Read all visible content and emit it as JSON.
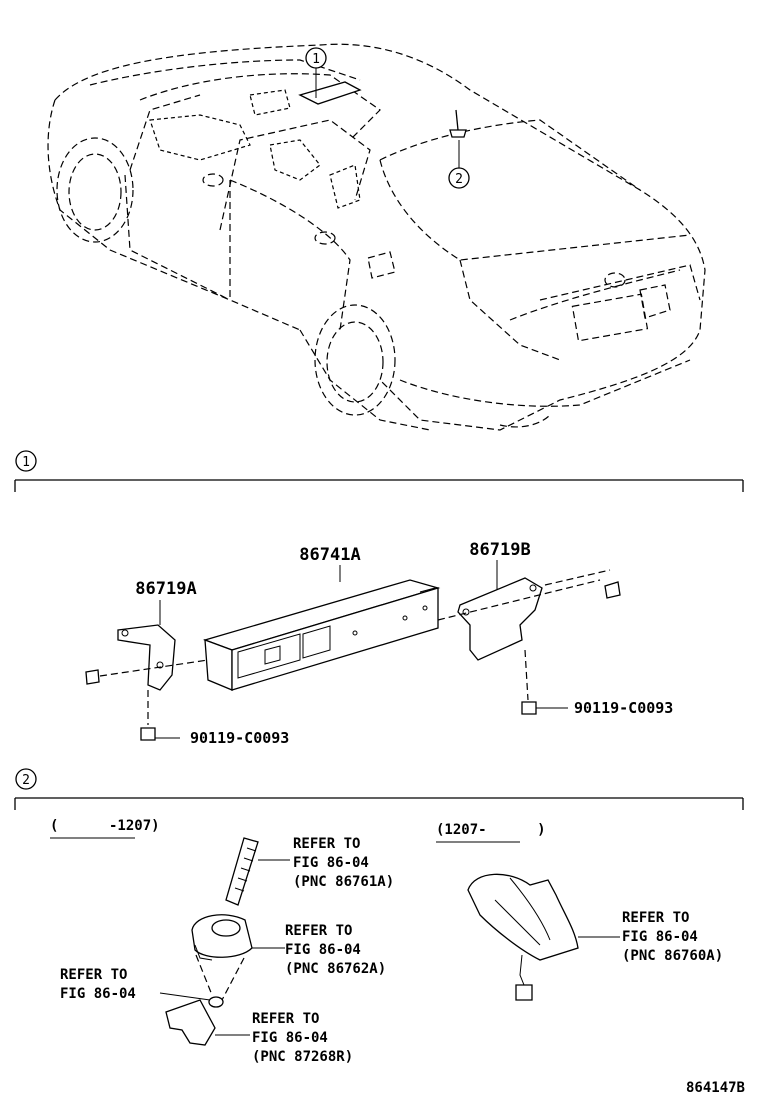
{
  "callouts": {
    "one": "1",
    "two": "2"
  },
  "section1": {
    "marker": "1",
    "parts": {
      "module": "86741A",
      "bracket_left": "86719A",
      "bracket_right": "86719B",
      "screw_left": "90119-C0093",
      "screw_right": "90119-C0093"
    }
  },
  "section2": {
    "marker": "2",
    "range_old": "(      -1207)",
    "range_new": "(1207-      )",
    "refs": {
      "rod": [
        "REFER TO",
        "FIG 86-04",
        "(PNC 86761A)"
      ],
      "base": [
        "REFER TO",
        "FIG 86-04",
        "(PNC 86762A)"
      ],
      "nut": [
        "REFER TO",
        "FIG 86-04"
      ],
      "cable": [
        "REFER TO",
        "FIG 86-04",
        "(PNC 87268R)"
      ],
      "shark": [
        "REFER TO",
        "FIG 86-04",
        "(PNC 86760A)"
      ]
    }
  },
  "figure_id": "864147B"
}
